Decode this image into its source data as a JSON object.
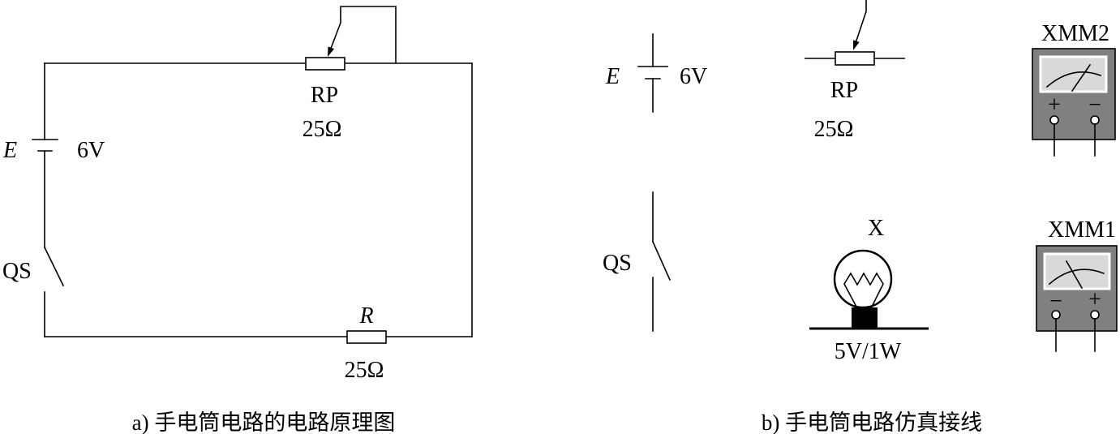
{
  "panel_a": {
    "potentiometer": {
      "name": "RP",
      "value": "25Ω"
    },
    "battery": {
      "symbol": "E",
      "value": "6V"
    },
    "switch": {
      "name": "QS"
    },
    "resistor": {
      "name": "R",
      "value": "25Ω"
    },
    "caption": "a) 手电筒电路的电路原理图"
  },
  "panel_b": {
    "battery": {
      "symbol": "E",
      "value": "6V"
    },
    "potentiometer": {
      "name": "RP",
      "value": "25Ω"
    },
    "multimeter_2": {
      "name": "XMM2",
      "left_terminal": "+",
      "right_terminal": "−"
    },
    "switch": {
      "name": "QS"
    },
    "lamp": {
      "name": "X",
      "rating": "5V/1W"
    },
    "multimeter_1": {
      "name": "XMM1",
      "left_terminal": "−",
      "right_terminal": "+"
    },
    "caption": "b) 手电筒电路仿真接线"
  },
  "colors": {
    "wire": "#000000",
    "meter_body": "#808080",
    "meter_display": "#d9d9d9",
    "meter_display_border": "#ffffff",
    "lamp_base": "#000000"
  }
}
